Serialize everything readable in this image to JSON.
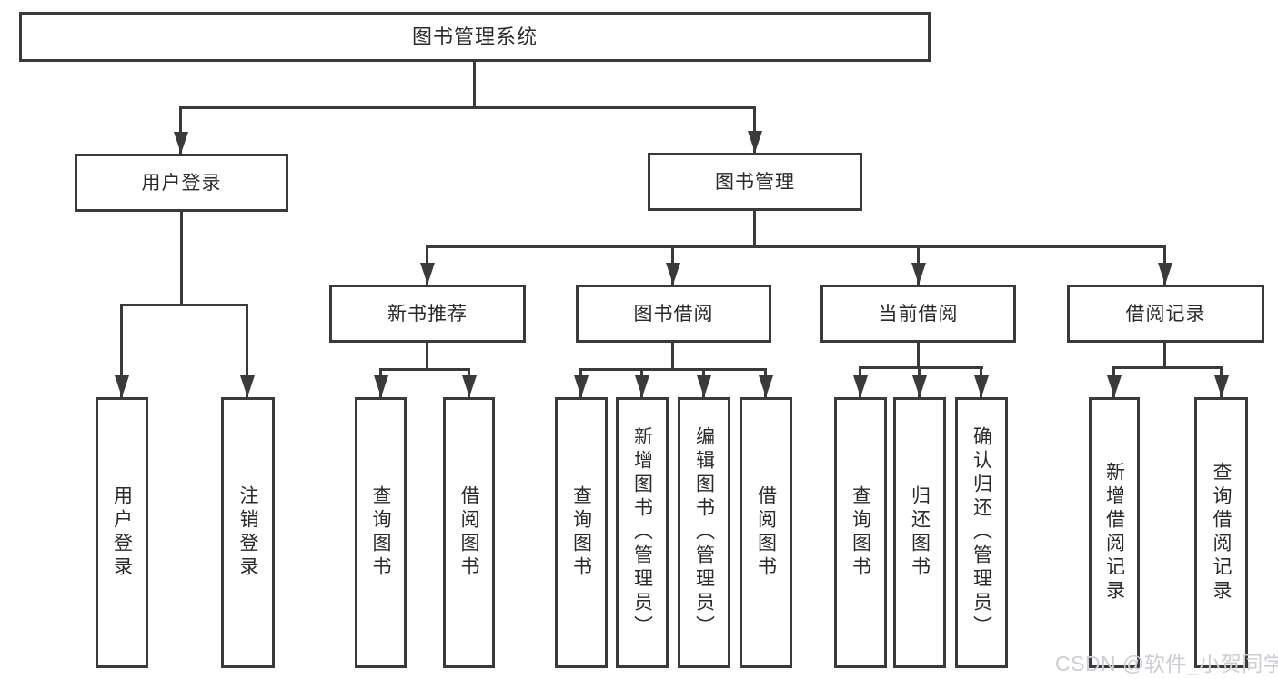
{
  "colors": {
    "line": "#3a3a3a",
    "text": "#2a2a2a",
    "background": "#ffffff",
    "watermark": "#ccced2"
  },
  "watermark": "CSDN @软件_小贺同学",
  "tree": {
    "root": {
      "label": "图书管理系统"
    },
    "branches": [
      {
        "label": "用户登录",
        "children": [
          {
            "label": "用户登录"
          },
          {
            "label": "注销登录"
          }
        ]
      },
      {
        "label": "图书管理",
        "children": [
          {
            "label": "新书推荐",
            "children": [
              {
                "label": "查询图书"
              },
              {
                "label": "借阅图书"
              }
            ]
          },
          {
            "label": "图书借阅",
            "children": [
              {
                "label": "查询图书"
              },
              {
                "label": "新增图书（管理员）"
              },
              {
                "label": "编辑图书（管理员）"
              },
              {
                "label": "借阅图书"
              }
            ]
          },
          {
            "label": "当前借阅",
            "children": [
              {
                "label": "查询图书"
              },
              {
                "label": "归还图书"
              },
              {
                "label": "确认归还（管理员）"
              }
            ]
          },
          {
            "label": "借阅记录",
            "children": [
              {
                "label": "新增借阅记录"
              },
              {
                "label": "查询借阅记录"
              }
            ]
          }
        ]
      }
    ]
  }
}
